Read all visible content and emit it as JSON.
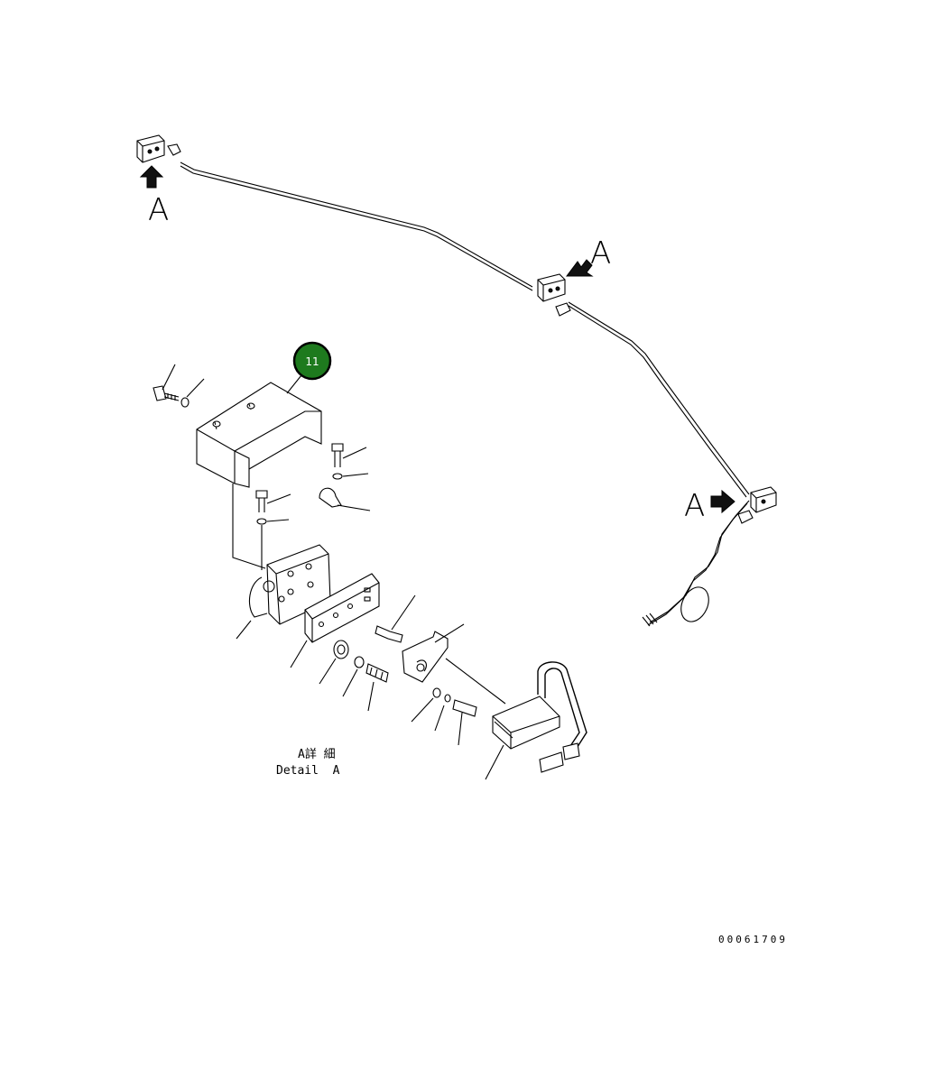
{
  "callout": {
    "number": "11",
    "color": "#1e7a1e"
  },
  "view_labels": [
    "A",
    "A",
    "A"
  ],
  "detail_caption": {
    "jp": "A詳 細",
    "en": "Detail  A"
  },
  "drawing_number": "00061709"
}
